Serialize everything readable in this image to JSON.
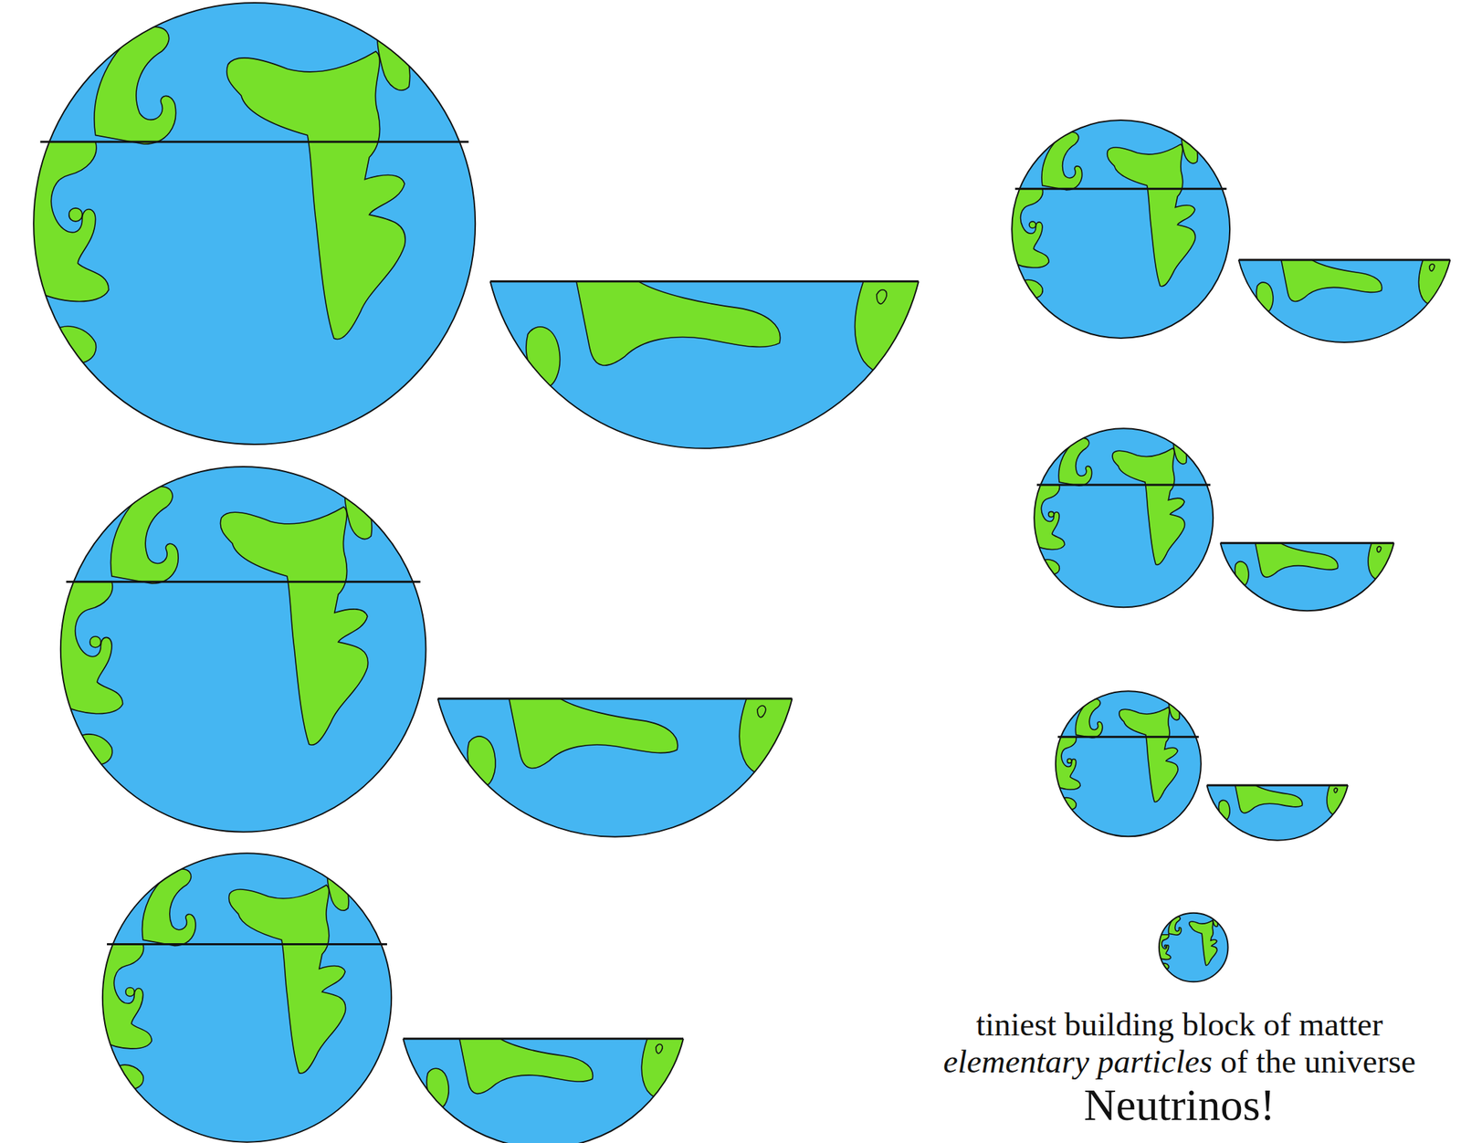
{
  "diagram": {
    "labels": [
      "tiniest building block of matter",
      "elementary particles",
      "of the universe",
      "Neutrinos!"
    ]
  }
}
